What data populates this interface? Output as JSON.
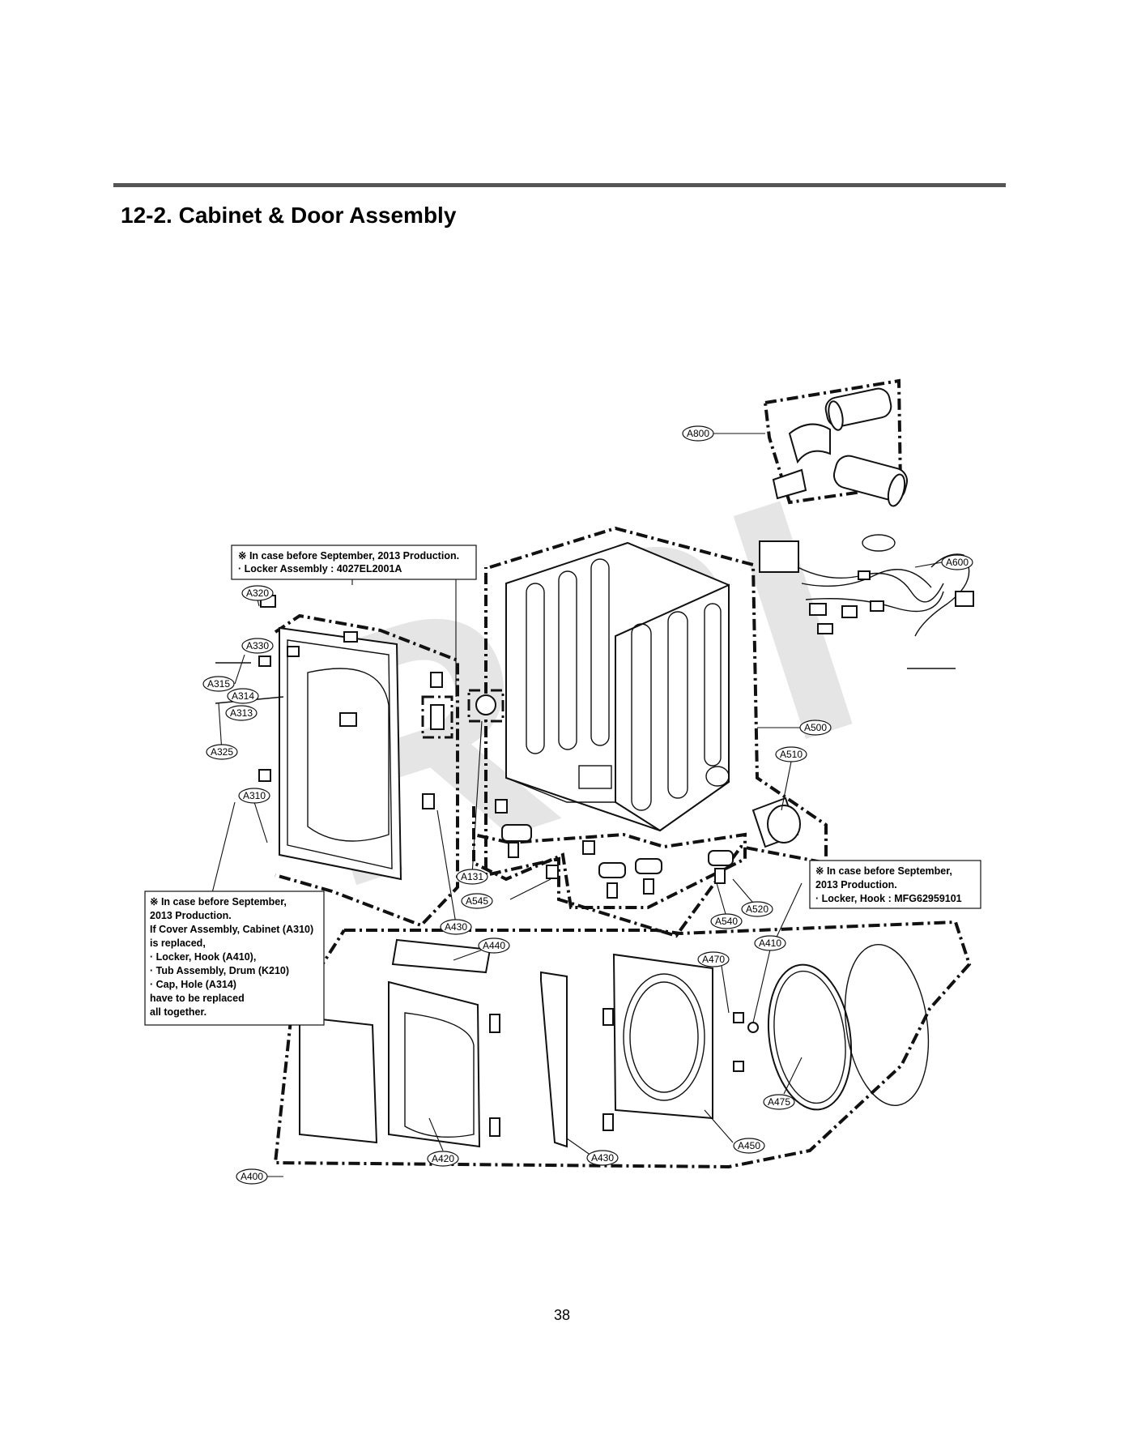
{
  "page": {
    "title": "12-2. Cabinet & Door Assembly",
    "page_number": "38",
    "watermark": "RPI"
  },
  "callouts": {
    "A800": "A800",
    "A600": "A600",
    "A500": "A500",
    "A510": "A510",
    "A520": "A520",
    "A540": "A540",
    "A545": "A545",
    "A131": "A131",
    "A320": "A320",
    "A330": "A330",
    "A315": "A315",
    "A314": "A314",
    "A313": "A313",
    "A325": "A325",
    "A310": "A310",
    "A430": "A430",
    "A440": "A440",
    "A470": "A470",
    "A410": "A410",
    "A475": "A475",
    "A450": "A450",
    "A430b": "A430",
    "A420": "A420",
    "A400": "A400"
  },
  "notes": {
    "locker_assembly": [
      "※ In case before September, 2013 Production.",
      "· Locker Assembly : 4027EL2001A"
    ],
    "cover_assembly": [
      "※ In case before September,",
      "2013 Production.",
      "If Cover Assembly, Cabinet (A310)",
      "is replaced,",
      "· Locker, Hook (A410),",
      "· Tub Assembly, Drum (K210)",
      "· Cap, Hole (A314)",
      "have to be replaced",
      "all together."
    ],
    "locker_hook": [
      "※ In case before September,",
      "2013 Production.",
      "· Locker, Hook : MFG62959101"
    ]
  }
}
